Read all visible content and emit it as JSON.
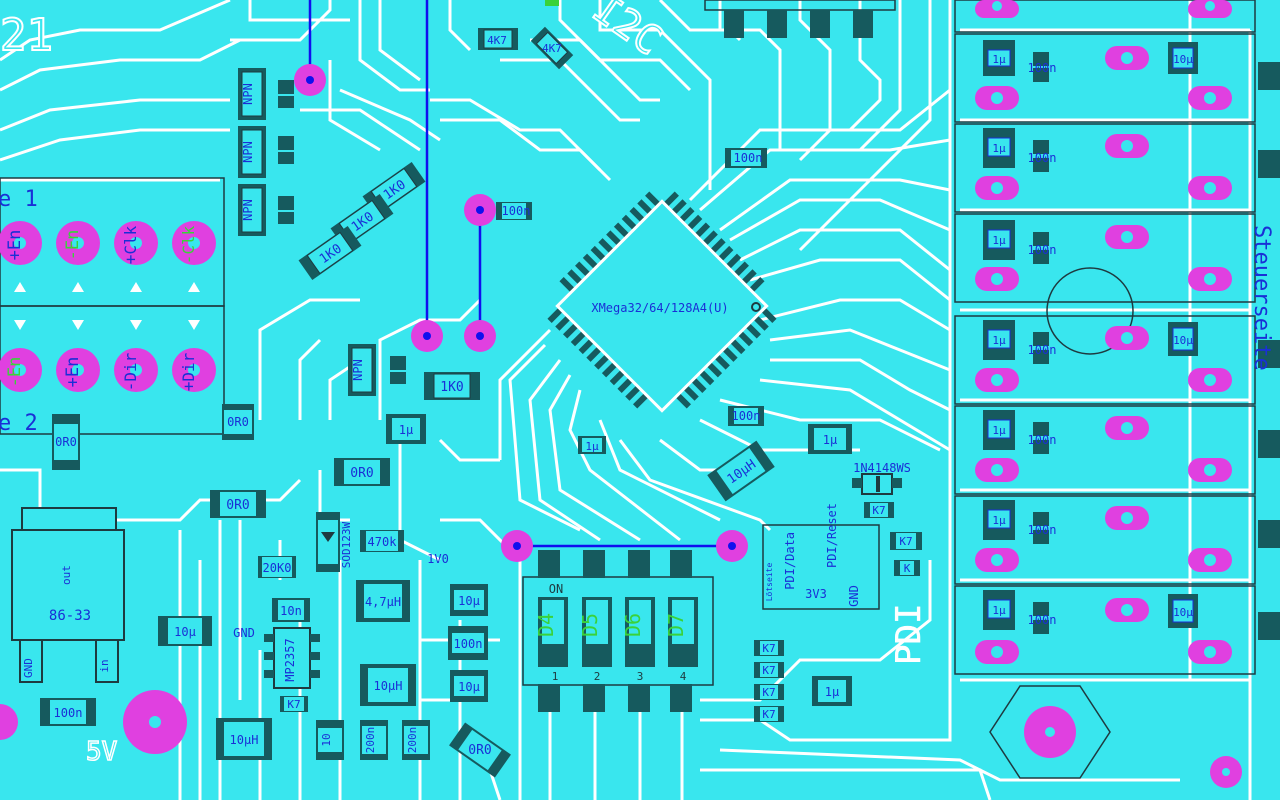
{
  "board": {
    "colors": {
      "copper": "#39e6ee",
      "trace": "#ffffff",
      "pad_dark": "#165a5e",
      "via": "#e040e0",
      "silk": "#1a2fd6",
      "silk_green": "#3ad23a",
      "outline": "#1e3a40",
      "wire": "#1010ee"
    },
    "top_labels": {
      "number": "21",
      "i2c": "I2C",
      "side": "Steuerseite",
      "pdi": "PDI",
      "five_v": "5V"
    },
    "mcu": {
      "label": "XMega32/64/128A4(U)"
    },
    "terminals": {
      "group1_label": "e 1",
      "group2_label": "e 2",
      "row1": [
        "+En",
        "-En",
        "+Clk",
        "-Clk"
      ],
      "row2": [
        "-En",
        "+En",
        "-Dir",
        "+Dir"
      ]
    },
    "dip": {
      "on_label": "ON",
      "switches": [
        "D4",
        "D5",
        "D6",
        "D7"
      ],
      "numbers": [
        "1",
        "2",
        "3",
        "4"
      ]
    },
    "regulator": {
      "out": "out",
      "part": "86-33",
      "gnd": "GND",
      "in": "in"
    },
    "pdi_header": {
      "pins": [
        "PDI/Data",
        "PDI/Reset",
        "3V3",
        "GND"
      ],
      "tiny": "Lötseite"
    },
    "components": {
      "npn": "NPN",
      "r_1k0": "1K0",
      "r_4k7": "4K7",
      "r_100n": "100n",
      "c_1u": "1µ",
      "c_10u": "10µ",
      "r_0r0": "0R0",
      "l_10uh": "10µH",
      "l_47uh": "4,7µH",
      "r_20k0": "20K0",
      "r_470k": "470k",
      "v_1v0": "1V0",
      "d_sod": "SOD123W",
      "ic_mp": "MP2357",
      "diode": "1N4148WS",
      "k7": "K7",
      "r_10": "10",
      "r_200n": "200n",
      "r_100": "100n",
      "c_10n": "10n",
      "k_short": "K"
    }
  }
}
